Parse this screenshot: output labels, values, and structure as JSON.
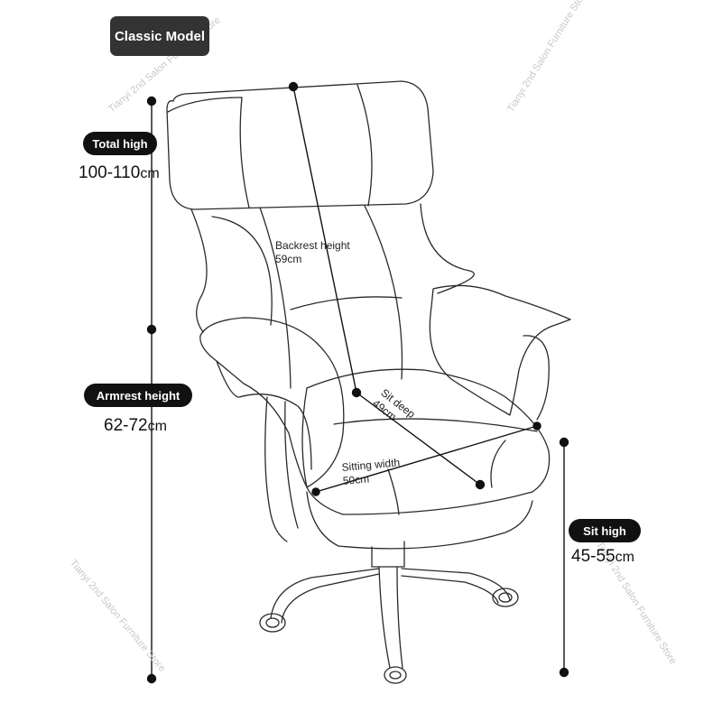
{
  "title": "Classic Model",
  "watermark": "Tianyi 2nd Salon Furniture Store",
  "measurements": {
    "total_high": {
      "label": "Total high",
      "value": "100-110",
      "unit": "cm"
    },
    "armrest_height": {
      "label": "Armrest height",
      "value": "62-72",
      "unit": "cm"
    },
    "sit_high": {
      "label": "Sit high",
      "value": "45-55",
      "unit": "cm"
    },
    "backrest_height": {
      "label": "Backrest height",
      "value": "59cm"
    },
    "sit_deep": {
      "label": "Sit deep",
      "value": "49cm"
    },
    "sitting_width": {
      "label": "Sitting width",
      "value": "50cm"
    }
  }
}
